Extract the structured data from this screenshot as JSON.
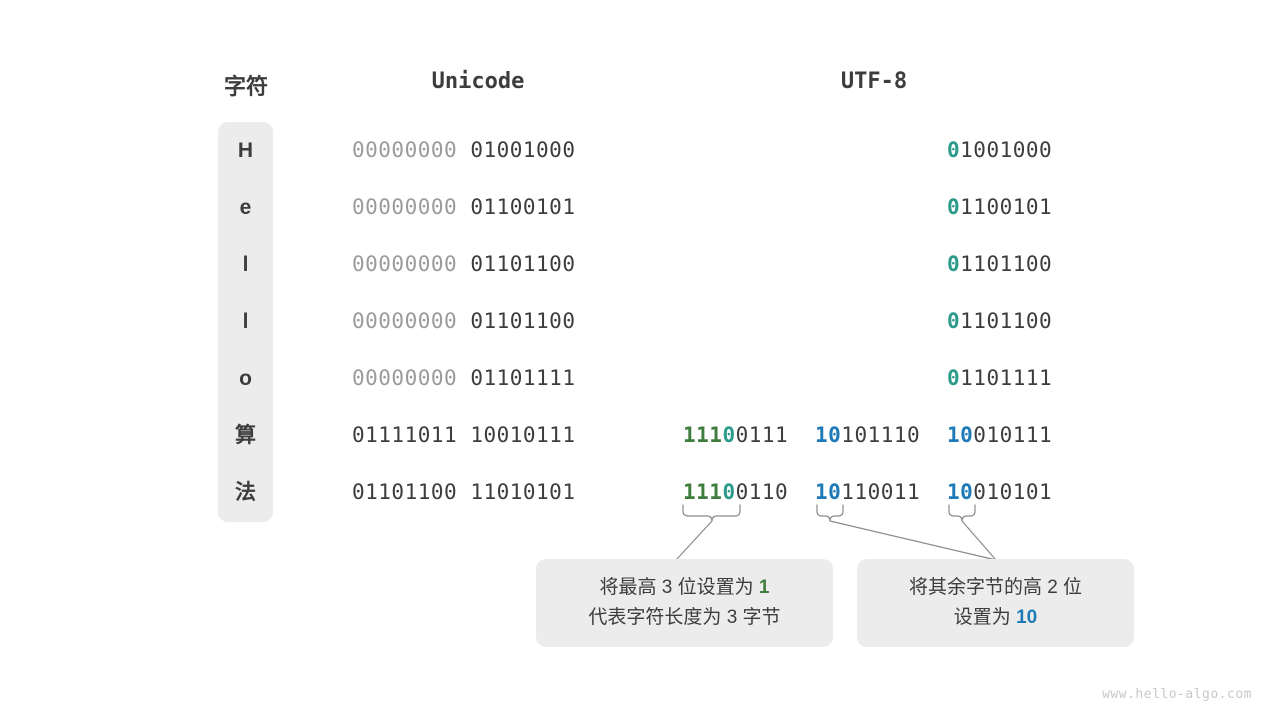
{
  "headers": {
    "char": "字符",
    "unicode": "Unicode",
    "utf8": "UTF-8"
  },
  "rows": [
    {
      "char": "H",
      "unicode_high": "00000000",
      "unicode_low": "01001000",
      "utf8_bytes": [
        {
          "prefix": "",
          "prefix_color": "",
          "rest": ""
        },
        {
          "prefix": "",
          "prefix_color": "",
          "rest": ""
        },
        {
          "prefix": "0",
          "prefix_color": "teal",
          "rest": "1001000"
        }
      ]
    },
    {
      "char": "e",
      "unicode_high": "00000000",
      "unicode_low": "01100101",
      "utf8_bytes": [
        {
          "prefix": "",
          "prefix_color": "",
          "rest": ""
        },
        {
          "prefix": "",
          "prefix_color": "",
          "rest": ""
        },
        {
          "prefix": "0",
          "prefix_color": "teal",
          "rest": "1100101"
        }
      ]
    },
    {
      "char": "l",
      "unicode_high": "00000000",
      "unicode_low": "01101100",
      "utf8_bytes": [
        {
          "prefix": "",
          "prefix_color": "",
          "rest": ""
        },
        {
          "prefix": "",
          "prefix_color": "",
          "rest": ""
        },
        {
          "prefix": "0",
          "prefix_color": "teal",
          "rest": "1101100"
        }
      ]
    },
    {
      "char": "l",
      "unicode_high": "00000000",
      "unicode_low": "01101100",
      "utf8_bytes": [
        {
          "prefix": "",
          "prefix_color": "",
          "rest": ""
        },
        {
          "prefix": "",
          "prefix_color": "",
          "rest": ""
        },
        {
          "prefix": "0",
          "prefix_color": "teal",
          "rest": "1101100"
        }
      ]
    },
    {
      "char": "o",
      "unicode_high": "00000000",
      "unicode_low": "01101111",
      "utf8_bytes": [
        {
          "prefix": "",
          "prefix_color": "",
          "rest": ""
        },
        {
          "prefix": "",
          "prefix_color": "",
          "rest": ""
        },
        {
          "prefix": "0",
          "prefix_color": "teal",
          "rest": "1101111"
        }
      ]
    },
    {
      "char": "算",
      "unicode_high": "01111011",
      "unicode_low": "10010111",
      "utf8_bytes": [
        {
          "prefix": "111",
          "prefix2": "0",
          "prefix_color": "green",
          "rest": "0111"
        },
        {
          "prefix": "10",
          "prefix_color": "blue",
          "rest": "101110"
        },
        {
          "prefix": "10",
          "prefix_color": "blue",
          "rest": "010111"
        }
      ]
    },
    {
      "char": "法",
      "unicode_high": "01101100",
      "unicode_low": "11010101",
      "utf8_bytes": [
        {
          "prefix": "111",
          "prefix2": "0",
          "prefix_color": "green",
          "rest": "0110"
        },
        {
          "prefix": "10",
          "prefix_color": "blue",
          "rest": "110011"
        },
        {
          "prefix": "10",
          "prefix_color": "blue",
          "rest": "010101"
        }
      ]
    }
  ],
  "callouts": [
    {
      "line1_a": "将最高 3 位设置为 ",
      "line1_kw": "1",
      "line1_kw_color": "green",
      "line2_a": "代表字符长度为 3 字节",
      "line2_kw": "",
      "line2_kw_color": ""
    },
    {
      "line1_a": "将其余字节的高 2 位",
      "line1_kw": "",
      "line1_kw_color": "",
      "line2_a": "设置为 ",
      "line2_kw": "10",
      "line2_kw_color": "blue"
    }
  ],
  "watermark": "www.hello-algo.com",
  "colors": {
    "teal": "#2d9b8a",
    "green": "#3e7d3d",
    "blue": "#1f7ab8",
    "dim": "#9b9b9b",
    "dark": "#3d3d3d",
    "panel": "#ececec",
    "background": "#ffffff"
  }
}
